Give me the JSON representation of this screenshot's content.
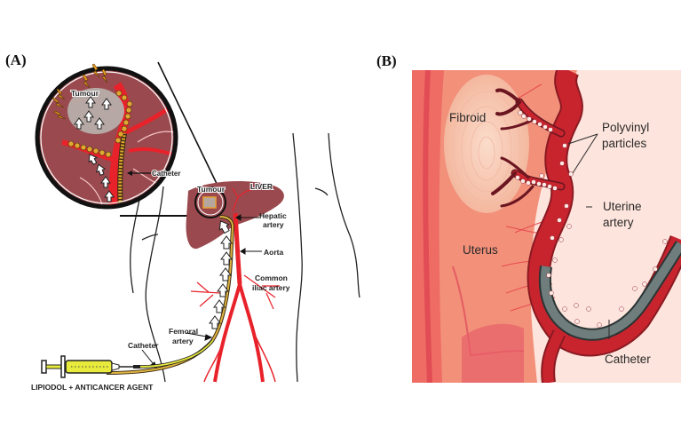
{
  "figure": {
    "panel_a": {
      "label": "(A)",
      "title": "Transarterial chemoembolization of liver tumour",
      "labels": {
        "tumour_zoom": "Tumour",
        "catheter_zoom": "Catheter",
        "tumour_liver": "Tumour",
        "liver": "LIVER",
        "hepatic_artery_1": "Hepatic",
        "hepatic_artery_2": "artery",
        "aorta": "Aorta",
        "common_iliac_1": "Common",
        "common_iliac_2": "iliac artery",
        "femoral_1": "Femoral",
        "femoral_2": "artery",
        "catheter": "Catheter",
        "syringe_caption": "LIPIODOL + ANTICANCER AGENT"
      }
    },
    "panel_b": {
      "label": "(B)",
      "title": "Uterine fibroid embolization",
      "labels": {
        "fibroid": "Fibroid",
        "polyvinyl_1": "Polyvinyl",
        "polyvinyl_2": "particles",
        "uterine_1": "Uterine",
        "uterine_2": "artery",
        "uterus": "Uterus",
        "catheter": "Catheter"
      }
    },
    "colors": {
      "liver": "#9a4a4f",
      "artery": "#e8222a",
      "catheter": "#d4a12a",
      "syringe_fluid": "#e8ea3c",
      "uterus": "#f2907a",
      "fibroid": "#f6c8b4",
      "uterine_artery": "#c8242e",
      "catheter_b": "#6f7d7d",
      "background_b": "#fde4dc"
    }
  }
}
